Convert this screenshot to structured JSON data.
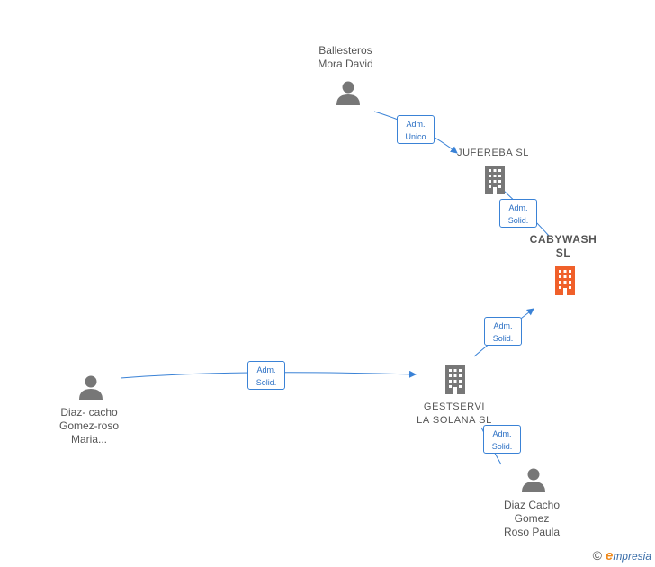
{
  "colors": {
    "edge": "#3a82d6",
    "company_icon": "#777777",
    "focus_icon": "#f0602a",
    "person_icon": "#777777",
    "label_text": "#555555"
  },
  "nodes": {
    "ballesteros": {
      "lines": [
        "Ballesteros",
        "Mora David"
      ],
      "type": "person"
    },
    "jufereba": {
      "lines": [
        "JUFEREBA SL"
      ],
      "type": "company"
    },
    "cabywash": {
      "lines": [
        "CABYWASH",
        "SL"
      ],
      "type": "company-focus"
    },
    "gestservi": {
      "lines": [
        "GESTSERVI",
        "LA SOLANA SL"
      ],
      "type": "company"
    },
    "diaz_maria": {
      "lines": [
        "Diaz- cacho",
        "Gomez-roso",
        "Maria..."
      ],
      "type": "person"
    },
    "diaz_paula": {
      "lines": [
        "Diaz Cacho",
        "Gomez",
        "Roso Paula"
      ],
      "type": "person"
    }
  },
  "edges": [
    {
      "from": "ballesteros",
      "to": "jufereba",
      "lines": [
        "Adm.",
        "Unico"
      ]
    },
    {
      "from": "jufereba",
      "to": "cabywash",
      "lines": [
        "Adm.",
        "Solid."
      ]
    },
    {
      "from": "gestservi",
      "to": "cabywash",
      "lines": [
        "Adm.",
        "Solid."
      ]
    },
    {
      "from": "diaz_maria",
      "to": "gestservi",
      "lines": [
        "Adm.",
        "Solid."
      ]
    },
    {
      "from": "diaz_paula",
      "to": "gestservi",
      "lines": [
        "Adm.",
        "Solid."
      ]
    }
  ],
  "watermark": {
    "copyright": "©",
    "brand_initial": "e",
    "brand_rest": "mpresia"
  }
}
